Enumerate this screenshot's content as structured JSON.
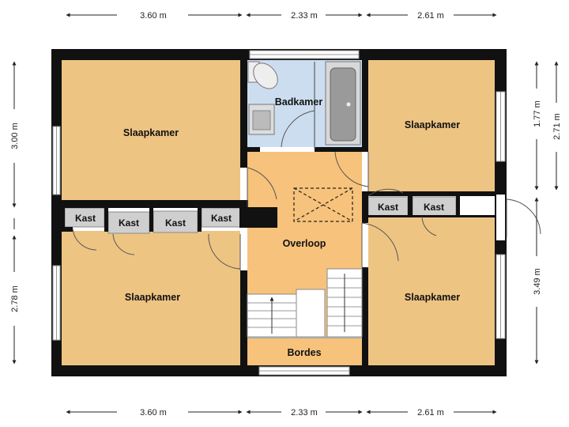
{
  "rooms": {
    "slaapkamer_nw": "Slaapkamer",
    "slaapkamer_sw": "Slaapkamer",
    "slaapkamer_ne": "Slaapkamer",
    "slaapkamer_se": "Slaapkamer",
    "badkamer": "Badkamer",
    "overloop": "Overloop",
    "bordes": "Bordes",
    "kast_1": "Kast",
    "kast_2": "Kast",
    "kast_3": "Kast",
    "kast_4": "Kast",
    "kast_5": "Kast",
    "kast_6": "Kast"
  },
  "dimensions": {
    "top": [
      "3.60 m",
      "2.33 m",
      "2.61 m"
    ],
    "bottom": [
      "3.60 m",
      "2.33 m",
      "2.61 m"
    ],
    "left": [
      "3.00 m",
      "2.78 m"
    ],
    "right_inner": [
      "1.77 m",
      "3.49 m"
    ],
    "right_outer": "2.71 m"
  },
  "colors": {
    "bedroom": "#EEC483",
    "landing": "#F7C27B",
    "bathroom": "#CCDDF0",
    "closet": "#CFCFCF",
    "wall": "#111111"
  }
}
